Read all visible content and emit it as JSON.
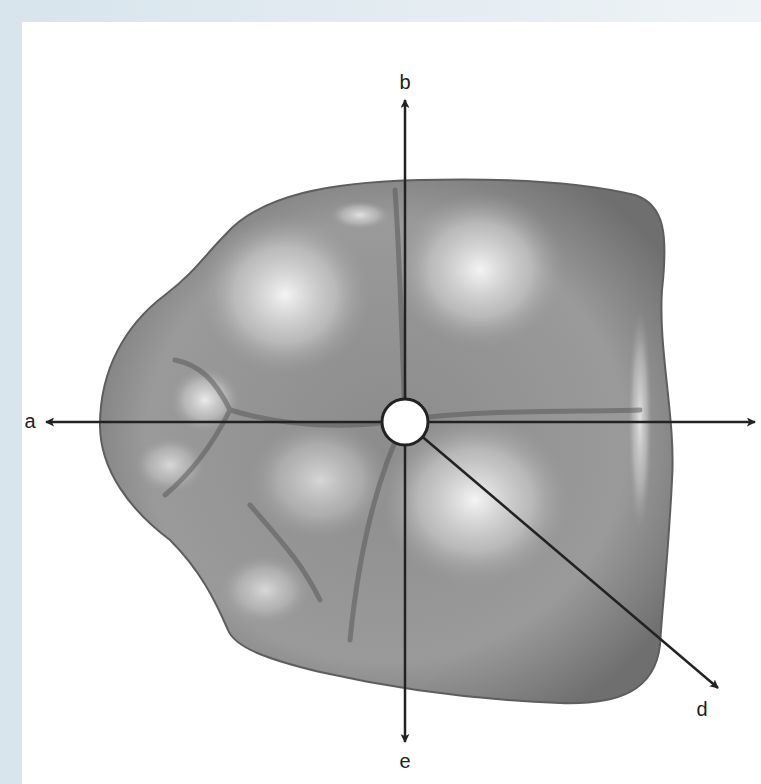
{
  "diagram": {
    "labels": [
      "a",
      "b",
      "d",
      "e"
    ]
  }
}
